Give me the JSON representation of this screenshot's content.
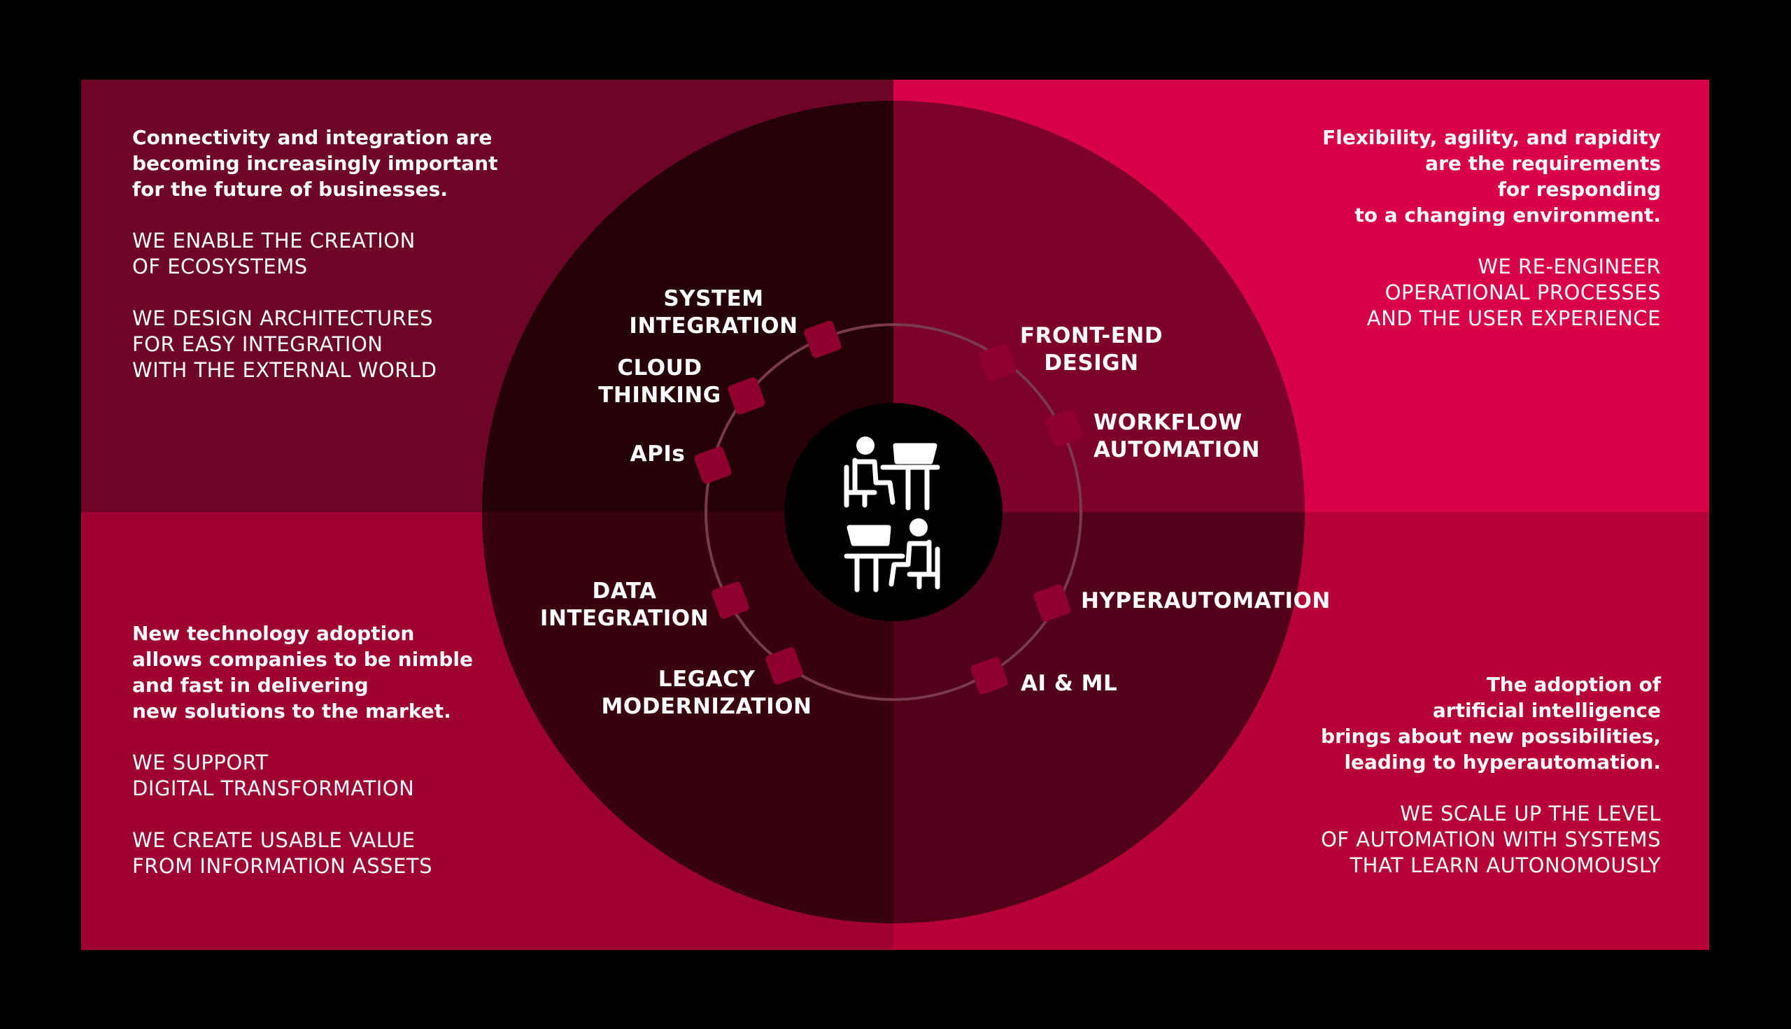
{
  "colors": {
    "background": "#000000",
    "quadrant_top_left": "#6e0428",
    "quadrant_top_right": "#d90048",
    "quadrant_bottom_left": "#9e0032",
    "quadrant_bottom_right": "#b70038",
    "circle_top_left": "#260008",
    "circle_top_right": "#7d0028",
    "circle_bottom_left": "#390010",
    "circle_bottom_right": "#52001a",
    "node_square": "#8f002f",
    "ring": "#7a3a4e",
    "text": "#ffffff"
  },
  "quadrants": {
    "top_left": {
      "lead": "Connectivity and integration are\nbecoming increasingly important\nfor the future of businesses.",
      "body1": "WE ENABLE THE CREATION\nOF ECOSYSTEMS",
      "body2": "WE DESIGN ARCHITECTURES\nFOR EASY INTEGRATION\nWITH THE EXTERNAL WORLD"
    },
    "top_right": {
      "lead": "Flexibility, agility, and rapidity\nare the requirements\nfor responding\nto a changing environment.",
      "body1": "WE RE-ENGINEER\nOPERATIONAL PROCESSES\nAND THE USER EXPERIENCE"
    },
    "bottom_left": {
      "lead": "New technology adoption\nallows companies to be nimble\nand fast in delivering\nnew solutions to the market.",
      "body1": "WE SUPPORT\nDIGITAL TRANSFORMATION",
      "body2": "WE CREATE USABLE VALUE\nFROM INFORMATION ASSETS"
    },
    "bottom_right": {
      "lead": "The adoption of\nartificial intelligence\nbrings about new possibilities,\nleading to hyperautomation.",
      "body1": "WE SCALE UP THE LEVEL\nOF AUTOMATION WITH SYSTEMS\nTHAT LEARN AUTONOMOUSLY"
    }
  },
  "nodes": {
    "system_integration": "SYSTEM\nINTEGRATION",
    "cloud_thinking": "CLOUD\nTHINKING",
    "apis": "APIs",
    "front_end_design": "FRONT-END\nDESIGN",
    "workflow_automation": "WORKFLOW\nAUTOMATION",
    "data_integration": "DATA\nINTEGRATION",
    "legacy_modernization": "LEGACY\nMODERNIZATION",
    "hyperautomation": "HYPERAUTOMATION",
    "ai_ml": "AI & ML"
  },
  "center_icon": "people-at-laptops-icon"
}
